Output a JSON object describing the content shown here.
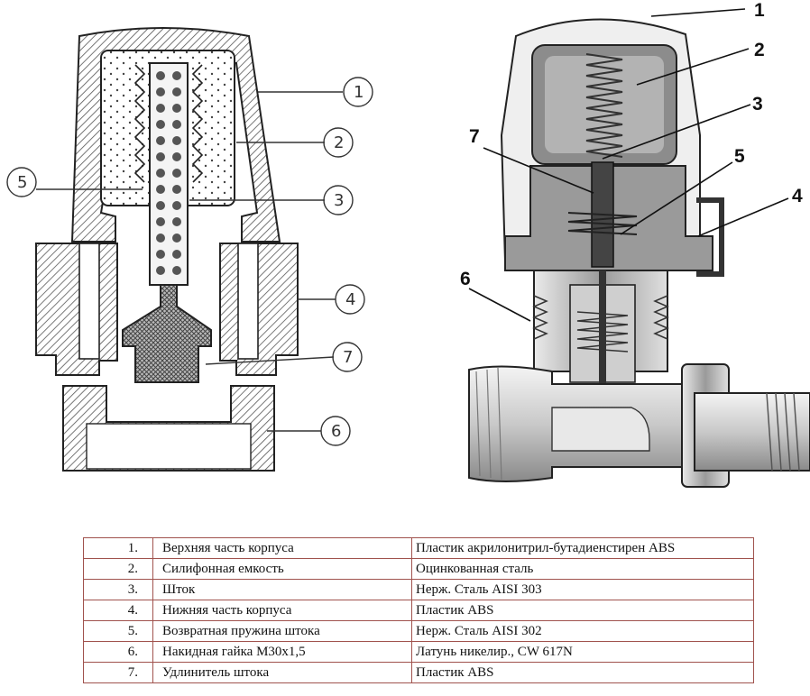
{
  "left_diagram": {
    "callouts": [
      "1",
      "2",
      "3",
      "4",
      "5",
      "7",
      "6"
    ]
  },
  "right_diagram": {
    "callouts": [
      "1",
      "2",
      "3",
      "7",
      "5",
      "4",
      "6"
    ]
  },
  "parts_table": {
    "rows": [
      {
        "num": "1.",
        "name": "Верхняя часть корпуса",
        "material": "Пластик акрилонитрил-бутадиенстирен ABS"
      },
      {
        "num": "2.",
        "name": "Силифонная емкость",
        "material": "Оцинкованная сталь"
      },
      {
        "num": "3.",
        "name": "Шток",
        "material": "Нерж. Сталь AISI 303"
      },
      {
        "num": "4.",
        "name": "Нижняя часть корпуса",
        "material": "Пластик ABS"
      },
      {
        "num": "5.",
        "name": "Возвратная пружина штока",
        "material": "Нерж. Сталь AISI 302"
      },
      {
        "num": "6.",
        "name": "Накидная гайка М30х1,5",
        "material": "Латунь никелир.,  CW 617N"
      },
      {
        "num": "7.",
        "name": "Удлинитель штока",
        "material": "Пластик ABS"
      }
    ],
    "border_color": "#a0524d"
  },
  "colors": {
    "hatch": "#555555",
    "outline": "#222222",
    "metal_light": "#d9d9d9",
    "metal_dark": "#6b6b6b"
  }
}
